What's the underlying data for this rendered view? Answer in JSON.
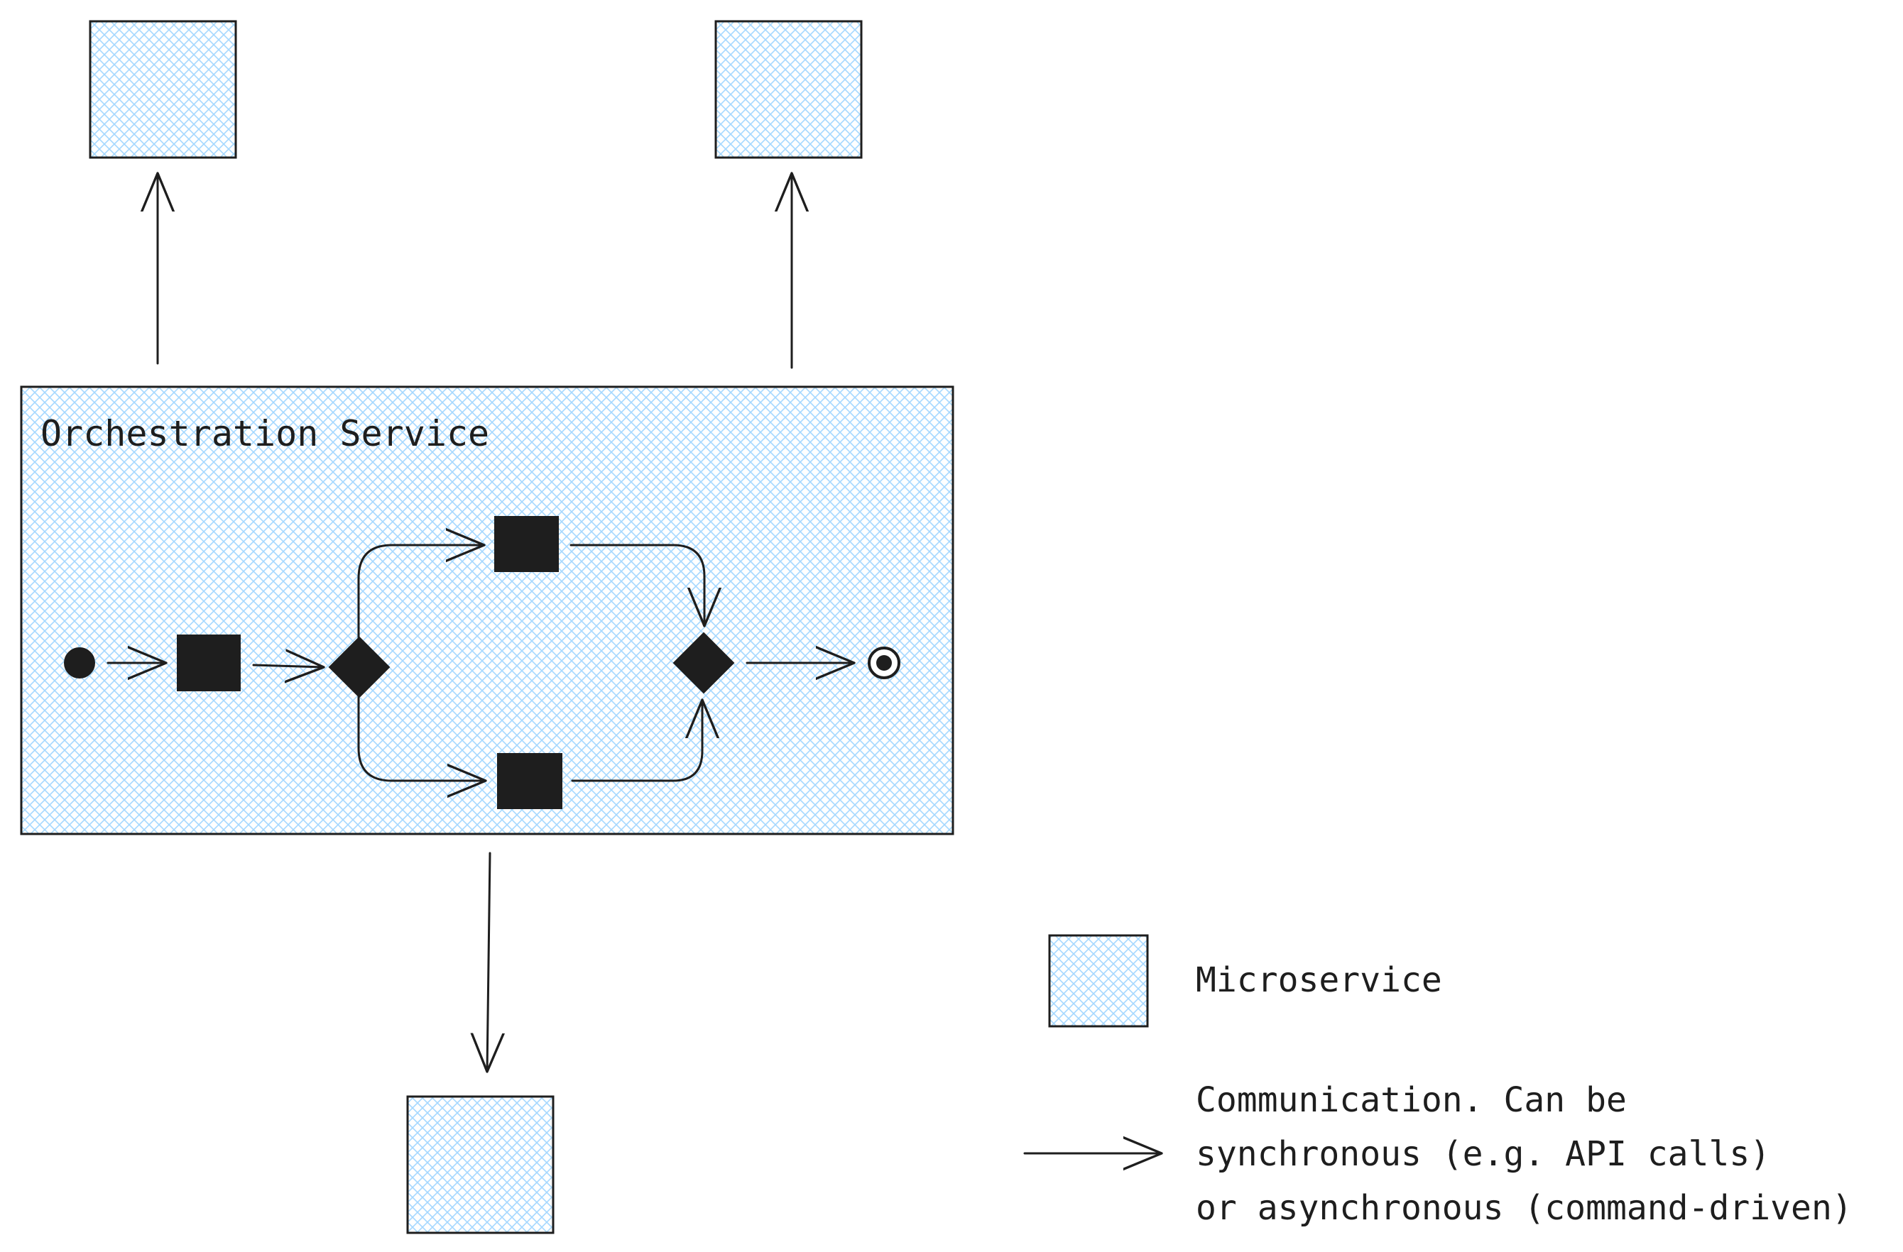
{
  "colors": {
    "hatch": "#a5d8ff",
    "stroke": "#1e1e1e",
    "background": "#ffffff"
  },
  "orchestrator": {
    "title": "Orchestration Service"
  },
  "legend": {
    "microservice_label": "Microservice",
    "communication_lines": [
      "Communication. Can be",
      "synchronous (e.g. API calls)",
      "or asynchronous (command-driven)"
    ]
  }
}
